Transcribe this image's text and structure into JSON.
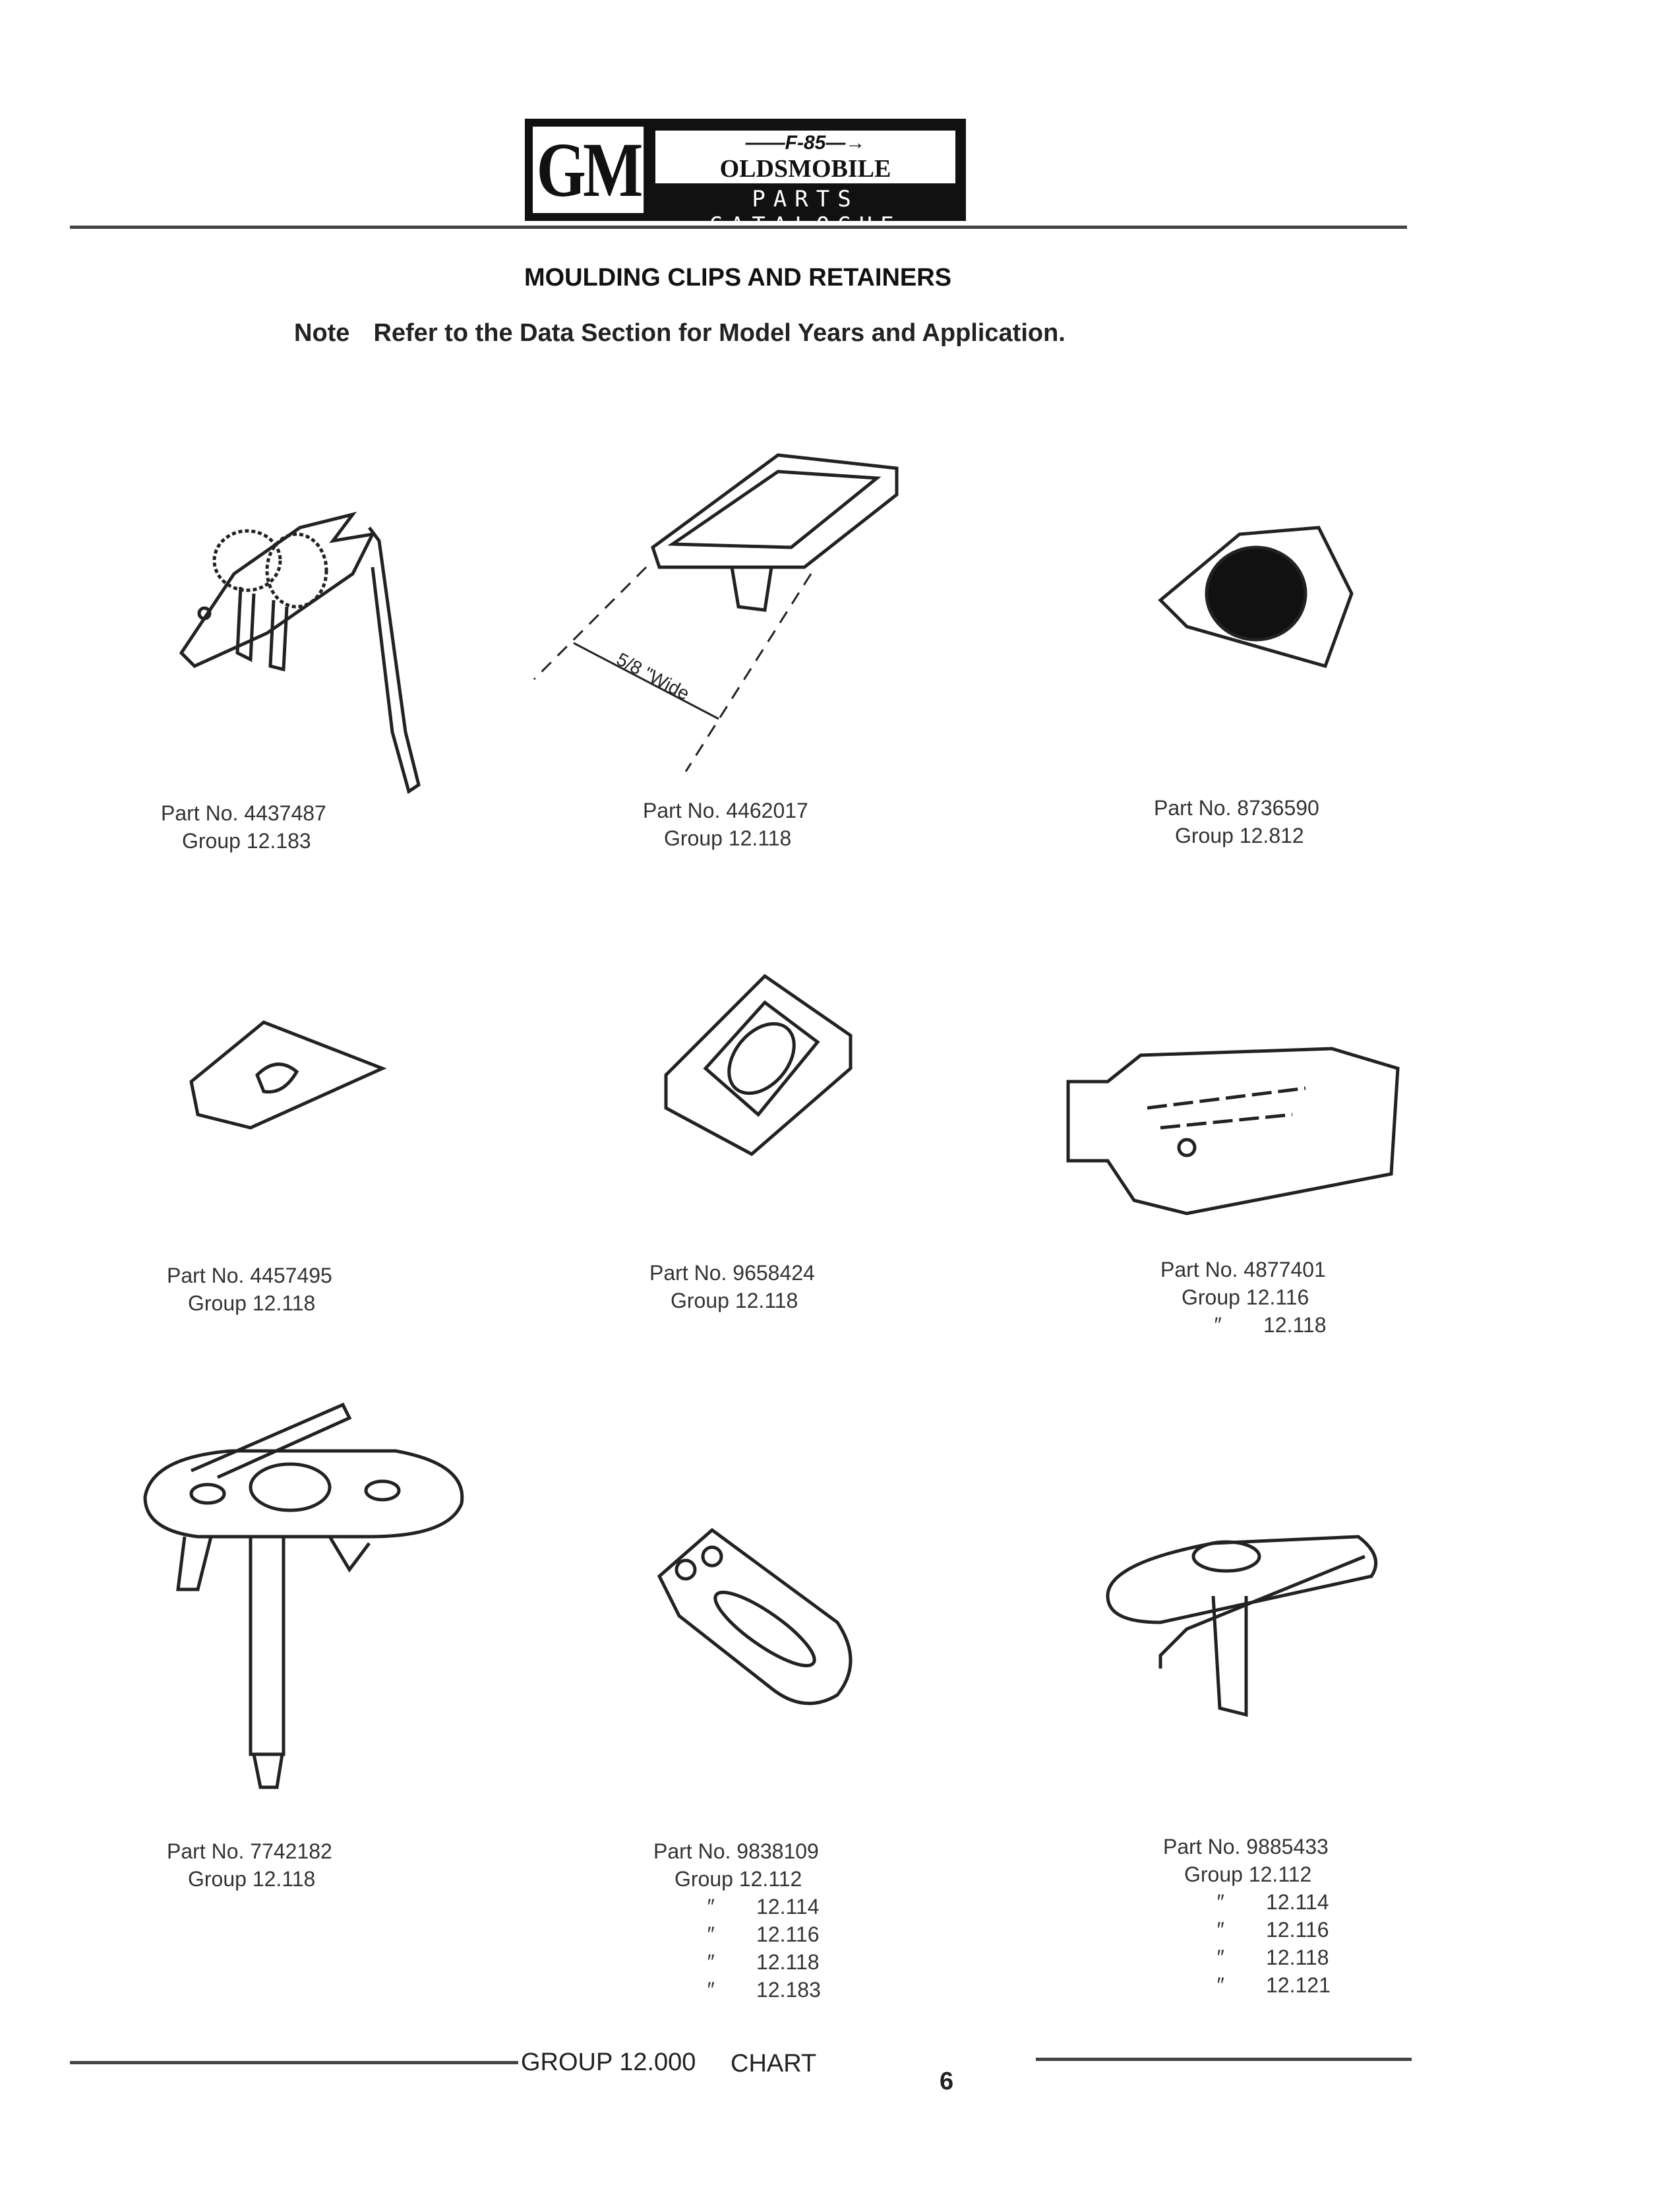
{
  "header": {
    "logo_gm": "GM",
    "logo_model": "F-85",
    "logo_brand": "OLDSMOBILE",
    "logo_subtitle": "PARTS CATALOGUE"
  },
  "title": "MOULDING CLIPS AND RETAINERS",
  "note": {
    "label": "Note",
    "text": "Refer to the Data Section for Model Years and Application."
  },
  "dimension_label": "5/8 \"Wide",
  "ditto_mark": "″",
  "parts": [
    {
      "part_label": "Part No. 4437487",
      "group_label": "Group 12.183",
      "extra_groups": []
    },
    {
      "part_label": "Part No. 4462017",
      "group_label": "Group 12.118",
      "extra_groups": []
    },
    {
      "part_label": "Part No. 8736590",
      "group_label": "Group 12.812",
      "extra_groups": []
    },
    {
      "part_label": "Part No. 4457495",
      "group_label": "Group 12.118",
      "extra_groups": []
    },
    {
      "part_label": "Part No. 9658424",
      "group_label": "Group 12.118",
      "extra_groups": []
    },
    {
      "part_label": "Part No. 4877401",
      "group_label": "Group 12.116",
      "extra_groups": [
        "12.118"
      ]
    },
    {
      "part_label": "Part No. 7742182",
      "group_label": "Group 12.118",
      "extra_groups": []
    },
    {
      "part_label": "Part No. 9838109",
      "group_label": "Group 12.112",
      "extra_groups": [
        "12.114",
        "12.116",
        "12.118",
        "12.183"
      ]
    },
    {
      "part_label": "Part No. 9885433",
      "group_label": "Group 12.112",
      "extra_groups": [
        "12.114",
        "12.116",
        "12.118",
        "12.121"
      ]
    }
  ],
  "footer": {
    "group": "GROUP 12.000",
    "chart": "CHART",
    "page": "6"
  }
}
